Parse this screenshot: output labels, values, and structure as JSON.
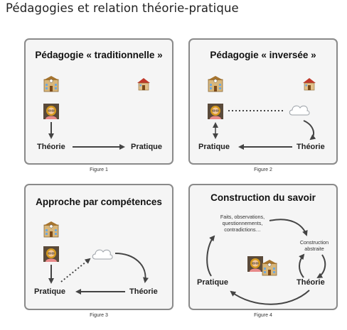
{
  "page": {
    "title": "Pédagogies et relation théorie-pratique"
  },
  "figures": [
    {
      "title": "Pédagogie « traditionnelle »",
      "caption": "Figure 1",
      "labels": {
        "theory": "Théorie",
        "practice": "Pratique"
      }
    },
    {
      "title": "Pédagogie « inversée »",
      "caption": "Figure 2",
      "labels": {
        "theory": "Théorie",
        "practice": "Pratique"
      }
    },
    {
      "title": "Approche par compétences",
      "caption": "Figure 3",
      "labels": {
        "theory": "Théorie",
        "practice": "Pratique"
      }
    },
    {
      "title": "Construction du savoir",
      "caption": "Figure 4",
      "labels": {
        "theory": "Théorie",
        "practice": "Pratique",
        "facts": "Faits, observations,\nquestionnements,\ncontradictions…",
        "abstract": "Construction\nabstraite"
      }
    }
  ],
  "colors": {
    "panel_bg": "#f5f5f5",
    "panel_border": "#8a8a8a",
    "arrow": "#444444",
    "building_wall": "#d8b67a",
    "roof_red": "#c0392b",
    "hair": "#d69a1e",
    "screen": "#5a4a3a"
  },
  "icons": [
    "school-building-icon",
    "house-icon",
    "teacher-icon",
    "cloud-icon"
  ]
}
